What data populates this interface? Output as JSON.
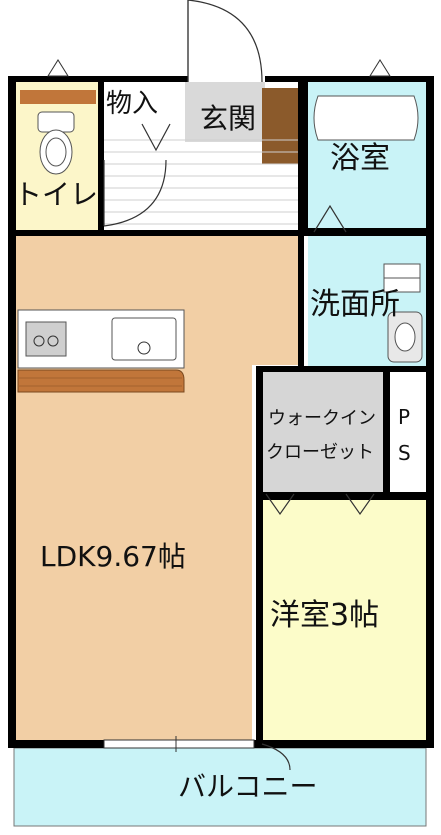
{
  "rooms": {
    "storage": "物入",
    "entrance": "玄関",
    "bath": "浴室",
    "toilet": "トイレ",
    "washroom": "洗面所",
    "ldk": "LDK9.67帖",
    "walkin_line1": "ウォークイン",
    "walkin_line2": "クローゼット",
    "ps_line1": "P",
    "ps_line2": "S",
    "western": "洋室3帖",
    "balcony": "バルコニー"
  },
  "colors": {
    "wall": "#000000",
    "ldk": "#f2cfa5",
    "bath": "#c9f3f7",
    "western": "#fcfcc9",
    "walkin": "#d6d6d6",
    "toilet": "#fcf6c9",
    "entrance": "#d9d9d9",
    "balcony": "#c9f3f7",
    "door_accent": "#8b5a2b"
  }
}
